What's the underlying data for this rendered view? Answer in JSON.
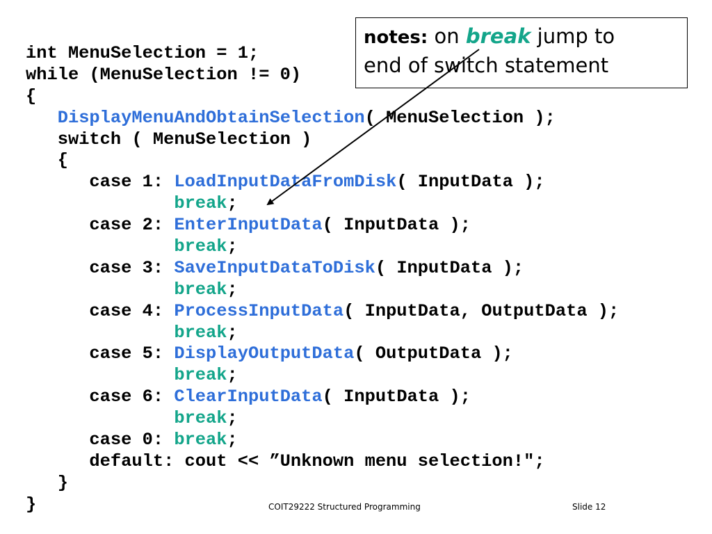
{
  "code": {
    "lines": [
      {
        "indent": "",
        "parts": [
          {
            "t": "int MenuSelection = 1;",
            "c": ""
          }
        ]
      },
      {
        "indent": "",
        "parts": [
          {
            "t": "while (MenuSelection != 0)",
            "c": ""
          }
        ]
      },
      {
        "indent": "",
        "parts": [
          {
            "t": "{",
            "c": ""
          }
        ]
      },
      {
        "indent": "   ",
        "parts": [
          {
            "t": "DisplayMenuAndObtainSelection",
            "c": "fn"
          },
          {
            "t": "( MenuSelection );",
            "c": ""
          }
        ]
      },
      {
        "indent": "   ",
        "parts": [
          {
            "t": "switch ( MenuSelection )",
            "c": ""
          }
        ]
      },
      {
        "indent": "   ",
        "parts": [
          {
            "t": "{",
            "c": ""
          }
        ]
      },
      {
        "indent": "      ",
        "parts": [
          {
            "t": "case 1: ",
            "c": ""
          },
          {
            "t": "LoadInputDataFromDisk",
            "c": "fn"
          },
          {
            "t": "( InputData );",
            "c": ""
          }
        ]
      },
      {
        "indent": "              ",
        "parts": [
          {
            "t": "break",
            "c": "kw"
          },
          {
            "t": ";",
            "c": ""
          }
        ]
      },
      {
        "indent": "      ",
        "parts": [
          {
            "t": "case 2: ",
            "c": ""
          },
          {
            "t": "EnterInputData",
            "c": "fn"
          },
          {
            "t": "( InputData );",
            "c": ""
          }
        ]
      },
      {
        "indent": "              ",
        "parts": [
          {
            "t": "break",
            "c": "kw"
          },
          {
            "t": ";",
            "c": ""
          }
        ]
      },
      {
        "indent": "      ",
        "parts": [
          {
            "t": "case 3: ",
            "c": ""
          },
          {
            "t": "SaveInputDataToDisk",
            "c": "fn"
          },
          {
            "t": "( InputData );",
            "c": ""
          }
        ]
      },
      {
        "indent": "              ",
        "parts": [
          {
            "t": "break",
            "c": "kw"
          },
          {
            "t": ";",
            "c": ""
          }
        ]
      },
      {
        "indent": "      ",
        "parts": [
          {
            "t": "case 4: ",
            "c": ""
          },
          {
            "t": "ProcessInputData",
            "c": "fn"
          },
          {
            "t": "( InputData, OutputData );",
            "c": ""
          }
        ]
      },
      {
        "indent": "              ",
        "parts": [
          {
            "t": "break",
            "c": "kw"
          },
          {
            "t": ";",
            "c": ""
          }
        ]
      },
      {
        "indent": "      ",
        "parts": [
          {
            "t": "case 5: ",
            "c": ""
          },
          {
            "t": "DisplayOutputData",
            "c": "fn"
          },
          {
            "t": "( OutputData );",
            "c": ""
          }
        ]
      },
      {
        "indent": "              ",
        "parts": [
          {
            "t": "break",
            "c": "kw"
          },
          {
            "t": ";",
            "c": ""
          }
        ]
      },
      {
        "indent": "      ",
        "parts": [
          {
            "t": "case 6: ",
            "c": ""
          },
          {
            "t": "ClearInputData",
            "c": "fn"
          },
          {
            "t": "( InputData );",
            "c": ""
          }
        ]
      },
      {
        "indent": "              ",
        "parts": [
          {
            "t": "break",
            "c": "kw"
          },
          {
            "t": ";",
            "c": ""
          }
        ]
      },
      {
        "indent": "      ",
        "parts": [
          {
            "t": "case 0: ",
            "c": ""
          },
          {
            "t": "break",
            "c": "kw"
          },
          {
            "t": ";",
            "c": ""
          }
        ]
      },
      {
        "indent": "      ",
        "parts": [
          {
            "t": "default: cout << ”Unknown menu selection!\";",
            "c": ""
          }
        ]
      },
      {
        "indent": "   ",
        "parts": [
          {
            "t": "}",
            "c": ""
          }
        ]
      },
      {
        "indent": "",
        "parts": [
          {
            "t": "}",
            "c": ""
          }
        ]
      }
    ]
  },
  "note": {
    "label": "notes:",
    "text_before": " on ",
    "emphasis": "break",
    "text_after_line1": " jump to",
    "line2": "end of switch statement"
  },
  "footer": {
    "course": "COIT29222 Structured Programming",
    "slide": "Slide 12"
  },
  "colors": {
    "function": "#2e6ed9",
    "keyword": "#13a58a",
    "text": "#000000"
  }
}
